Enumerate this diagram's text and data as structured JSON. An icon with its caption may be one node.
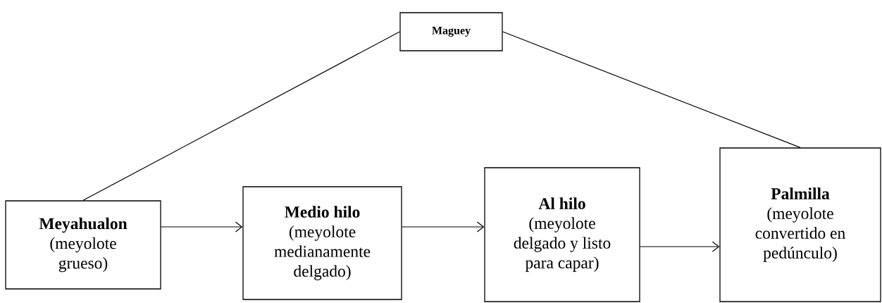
{
  "diagram": {
    "nodes": [
      {
        "text": [
          "Maguey"
        ]
      },
      {
        "text": [
          "Meyahualon",
          "(meyolote grueso)"
        ]
      },
      {
        "text": [
          "Medio hilo",
          "(meyolote medianamente delgado)"
        ]
      },
      {
        "text": [
          "Al hilo",
          "(meyolote delgado y listo para capar)"
        ]
      },
      {
        "text": [
          "Palmilla",
          "(meyolote convertido en pedúnculo)"
        ]
      }
    ],
    "edges": [
      {
        "from": 0,
        "to": 1,
        "arrow": "none"
      },
      {
        "from": 0,
        "to": 4,
        "arrow": "none"
      },
      {
        "from": 1,
        "to": 2,
        "arrow": "to"
      },
      {
        "from": 2,
        "to": 3,
        "arrow": "to"
      },
      {
        "from": 3,
        "to": 4,
        "arrow": "to"
      }
    ]
  }
}
